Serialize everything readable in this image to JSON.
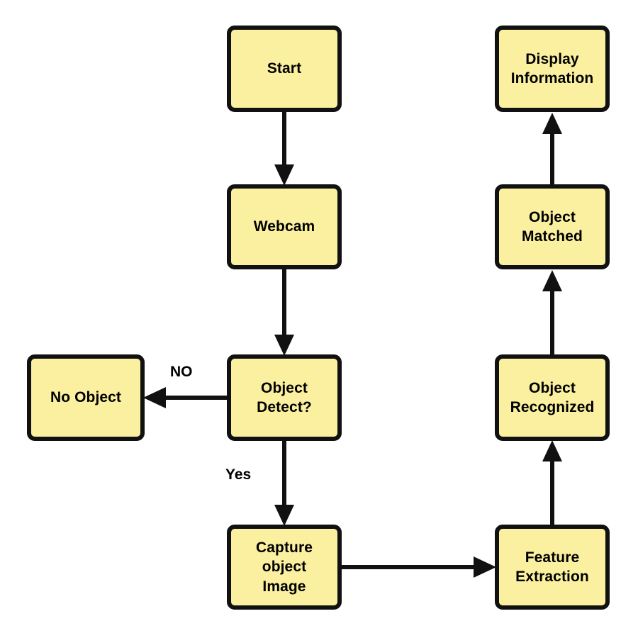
{
  "diagram": {
    "title": "Object recognition flowchart",
    "background_color": "#ffffff",
    "node_fill_color": "#faf0a0",
    "node_border_color": "#111111",
    "connector_color": "#111111",
    "text_color": "#000000"
  },
  "nodes": {
    "start": "Start",
    "webcam": "Webcam",
    "object_detect": "Object\nDetect?",
    "no_object": "No Object",
    "capture_object_image": "Capture\nobject\nImage",
    "feature_extraction": "Feature\nExtraction",
    "object_recognized": "Object\nRecognized",
    "object_matched": "Object\nMatched",
    "display_information": "Display\nInformation"
  },
  "edge_labels": {
    "no": "NO",
    "yes": "Yes"
  },
  "edges": [
    {
      "from": "start",
      "to": "webcam",
      "direction": "down",
      "label": ""
    },
    {
      "from": "webcam",
      "to": "object_detect",
      "direction": "down",
      "label": ""
    },
    {
      "from": "object_detect",
      "to": "no_object",
      "direction": "left",
      "label": "NO"
    },
    {
      "from": "object_detect",
      "to": "capture_object_image",
      "direction": "down",
      "label": "Yes"
    },
    {
      "from": "capture_object_image",
      "to": "feature_extraction",
      "direction": "right",
      "label": ""
    },
    {
      "from": "feature_extraction",
      "to": "object_recognized",
      "direction": "up",
      "label": ""
    },
    {
      "from": "object_recognized",
      "to": "object_matched",
      "direction": "up",
      "label": ""
    },
    {
      "from": "object_matched",
      "to": "display_information",
      "direction": "up",
      "label": ""
    }
  ]
}
